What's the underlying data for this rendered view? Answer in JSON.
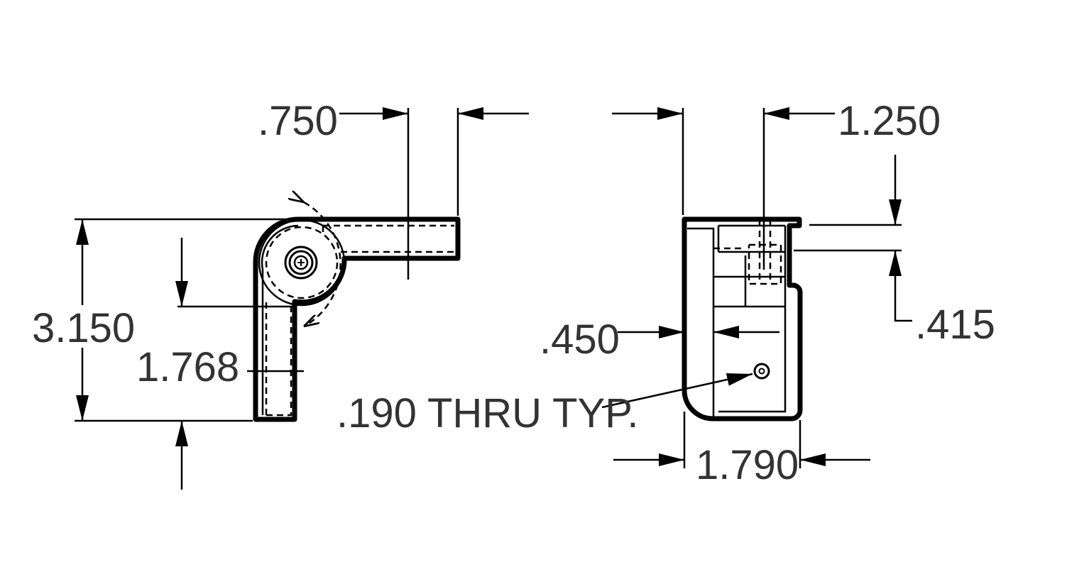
{
  "drawing": {
    "dimensions": {
      "width_top_left": ".750",
      "overall_height": "3.150",
      "pivot_height": "1.768",
      "width_top_right": "1.250",
      "slot_height": ".415",
      "side_offset": ".450",
      "bottom_width": "1.790"
    },
    "note": ".190 THRU TYP."
  }
}
